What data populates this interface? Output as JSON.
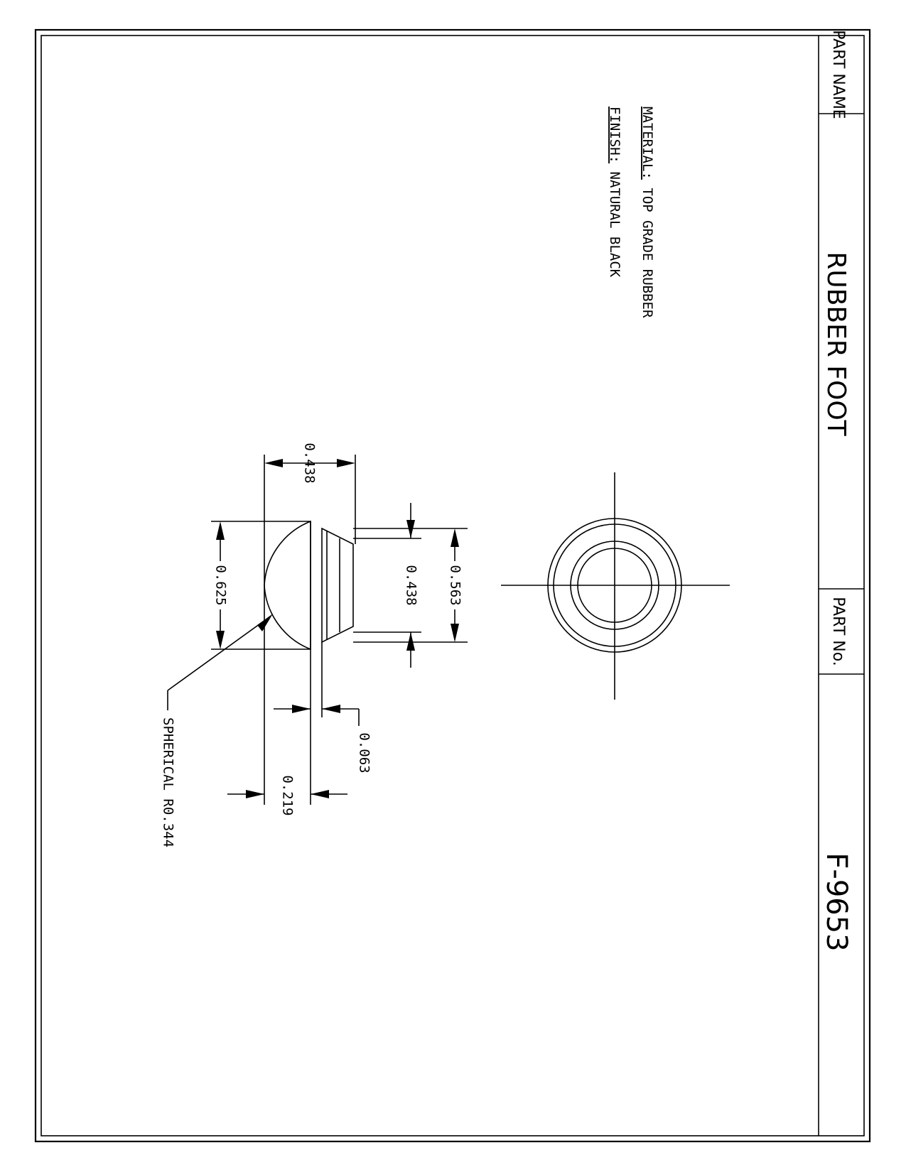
{
  "title_block": {
    "part_name_label": "PART NAME",
    "part_name": "RUBBER FOOT",
    "part_no_label": "PART No.",
    "part_no": "F-9653"
  },
  "notes": {
    "material_label": "MATERIAL:",
    "material_value": "TOP GRADE RUBBER",
    "finish_label": "FINISH:",
    "finish_value": "NATURAL BLACK"
  },
  "dimensions": {
    "overall_height": "0.438",
    "dome_diameter": "0.625",
    "shank_diameter": "0.438",
    "flange_diameter": "0.563",
    "flange_thickness": "0.063",
    "dome_height": "0.219",
    "spherical_note": "SPHERICAL R0.344"
  }
}
